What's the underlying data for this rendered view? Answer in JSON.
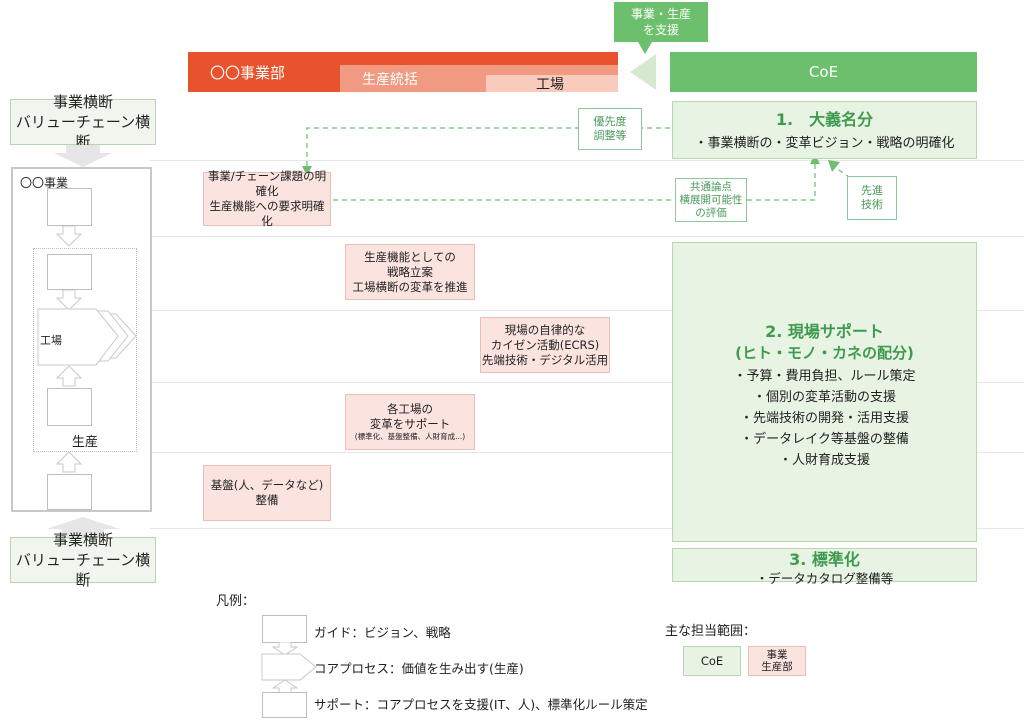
{
  "support_label": "事業・生産\nを支援",
  "header": {
    "division": "〇〇事業部",
    "production": "生産統括",
    "factory": "工場",
    "coe": "CoE"
  },
  "left": {
    "top_box": "事業横断\nバリューチェーン横断",
    "bottom_box": "事業横断\nバリューチェーン横断",
    "business_label": "〇〇事業",
    "factory_label": "工場",
    "production_label": "生産"
  },
  "flow": {
    "priority": "優先度\n調整等",
    "common": "共通論点\n横展開可能性\nの評価",
    "advanced": "先進\n技術"
  },
  "tasks": {
    "t1": "事業/チェーン課題の明確化\n生産機能への要求明確化",
    "t2": "生産機能としての\n戦略立案\n工場横断の変革を推進",
    "t3": "現場の自律的な\nカイゼン活動(ECRS)\n先端技術・デジタル活用",
    "t4a": "各工場の\n変革をサポート",
    "t4b": "(標準化、基盤整備、人財育成...)",
    "t5": "基盤(人、データなど)\n整備"
  },
  "coe": {
    "s1_title": "1.　大義名分",
    "s1_body": "・事業横断の・変革ビジョン・戦略の明確化",
    "s2_title": "2. 現場サポート",
    "s2_sub": "(ヒト・モノ・カネの配分)",
    "s2_items": [
      "・予算・費用負担、ルール策定",
      "・個別の変革活動の支援",
      "・先端技術の開発・活用支援",
      "・データレイク等基盤の整備",
      "・人財育成支援"
    ],
    "s3_title": "3. 標準化",
    "s3_body": "・データカタログ整備等"
  },
  "legend": {
    "title": "凡例：",
    "guide": "ガイド：ビジョン、戦略",
    "core": "コアプロセス：価値を生み出す(生産)",
    "support": "サポート：コアプロセスを支援(IT、人)、標準化ルール策定",
    "scope_title": "主な担当範囲：",
    "coe": "CoE",
    "bu": "事業\n生産部"
  },
  "colors": {
    "orange": "#e8532d",
    "orange_mid": "#f09a82",
    "orange_light": "#f8cbbd",
    "green": "#6cbf6c",
    "green_text": "#3f9a4f"
  }
}
